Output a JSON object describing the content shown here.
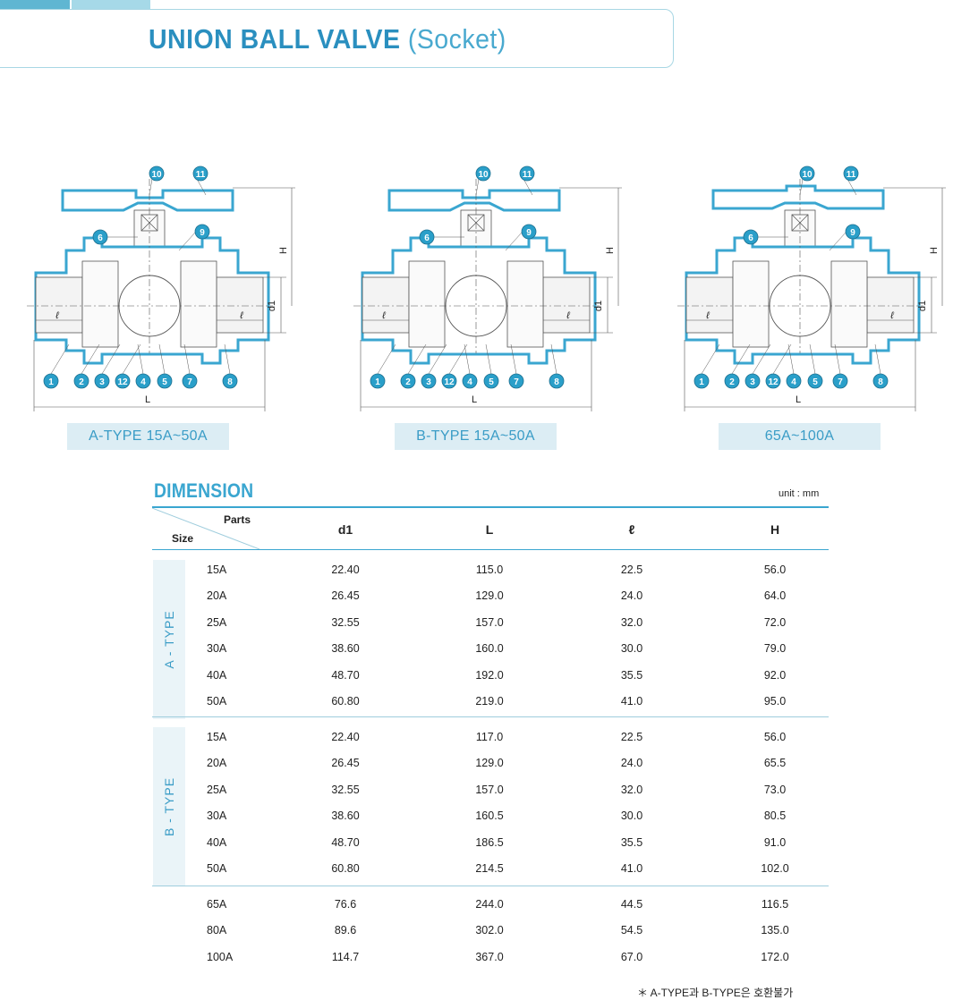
{
  "header": {
    "title_main": "UNION BALL VALVE ",
    "title_paren": "(Socket)"
  },
  "diagrams": [
    {
      "tag": "A-TYPE  15A~50A"
    },
    {
      "tag": "B-TYPE  15A~50A"
    },
    {
      "tag": "65A~100A"
    }
  ],
  "diagram_labels": {
    "height": "H",
    "length": "L",
    "diameter": "d1",
    "socket": "ℓ"
  },
  "part_numbers": [
    "1",
    "2",
    "3",
    "12",
    "4",
    "5",
    "7",
    "8",
    "6",
    "9",
    "10",
    "11"
  ],
  "dimension": {
    "title": "DIMENSION",
    "unit": "unit : mm",
    "header": {
      "parts": "Parts",
      "size": "Size",
      "cols": [
        "d1",
        "L",
        "ℓ",
        "H"
      ]
    },
    "groups": [
      {
        "label": "A - TYPE",
        "rows": [
          [
            "15A",
            "22.40",
            "115.0",
            "22.5",
            "56.0"
          ],
          [
            "20A",
            "26.45",
            "129.0",
            "24.0",
            "64.0"
          ],
          [
            "25A",
            "32.55",
            "157.0",
            "32.0",
            "72.0"
          ],
          [
            "30A",
            "38.60",
            "160.0",
            "30.0",
            "79.0"
          ],
          [
            "40A",
            "48.70",
            "192.0",
            "35.5",
            "92.0"
          ],
          [
            "50A",
            "60.80",
            "219.0",
            "41.0",
            "95.0"
          ]
        ]
      },
      {
        "label": "B - TYPE",
        "rows": [
          [
            "15A",
            "22.40",
            "117.0",
            "22.5",
            "56.0"
          ],
          [
            "20A",
            "26.45",
            "129.0",
            "24.0",
            "65.5"
          ],
          [
            "25A",
            "32.55",
            "157.0",
            "32.0",
            "73.0"
          ],
          [
            "30A",
            "38.60",
            "160.5",
            "30.0",
            "80.5"
          ],
          [
            "40A",
            "48.70",
            "186.5",
            "35.5",
            "91.0"
          ],
          [
            "50A",
            "60.80",
            "214.5",
            "41.0",
            "102.0"
          ]
        ]
      },
      {
        "label": "",
        "rows": [
          [
            "65A",
            "76.6",
            "244.0",
            "44.5",
            "116.5"
          ],
          [
            "80A",
            "89.6",
            "302.0",
            "54.5",
            "135.0"
          ],
          [
            "100A",
            "114.7",
            "367.0",
            "67.0",
            "172.0"
          ]
        ]
      }
    ],
    "note": "＊ A-TYPE과 B-TYPE은 호환불가"
  },
  "colors": {
    "accent": "#3aa6d0",
    "title": "#2a8fbf",
    "tag_bg": "#dcedf4",
    "group_bg": "#eaf4f8"
  }
}
